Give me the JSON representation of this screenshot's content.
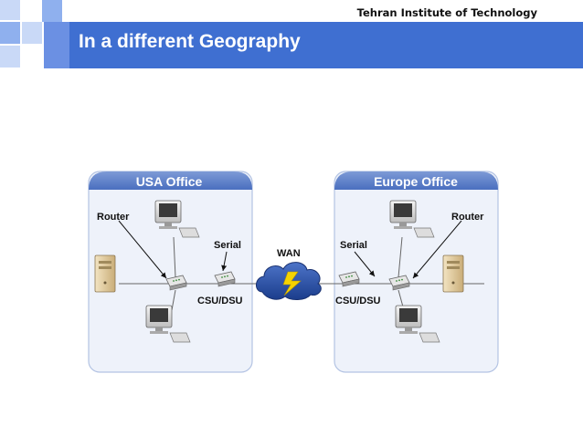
{
  "header": {
    "institute": "Tehran Institute of Technology",
    "title": "In a different Geography"
  },
  "diagram": {
    "left_office": {
      "title": "USA Office",
      "labels": {
        "router": "Router",
        "serial": "Serial",
        "csu": "CSU/DSU"
      }
    },
    "right_office": {
      "title": "Europe Office",
      "labels": {
        "router": "Router",
        "serial": "Serial",
        "csu": "CSU/DSU"
      }
    },
    "wan_label": "WAN"
  },
  "colors": {
    "accent": "#3f6fd1",
    "square_light": "#c9d9f7",
    "square_mid": "#8fb0ee",
    "office_header": "#5b7ec9",
    "office_bg": "#eef2fa",
    "cloud": "#2850a8",
    "bolt": "#f5d300"
  }
}
